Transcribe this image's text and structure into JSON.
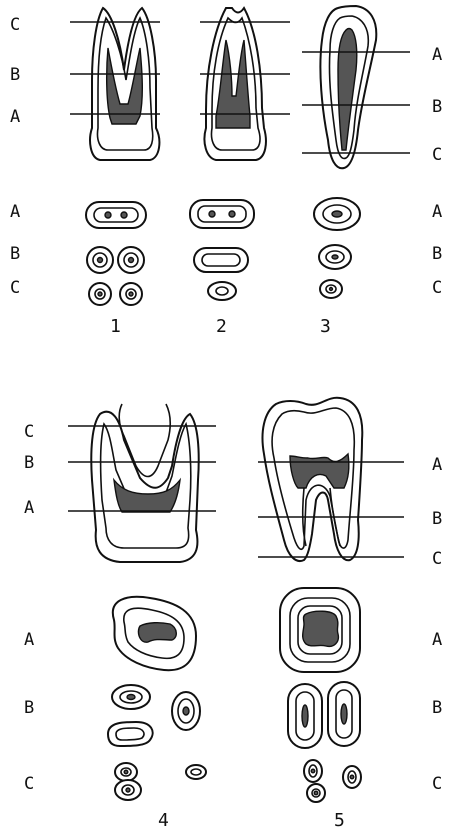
{
  "labels": {
    "a": "A",
    "b": "B",
    "c": "C"
  },
  "figures": [
    {
      "number": "1"
    },
    {
      "number": "2"
    },
    {
      "number": "3"
    },
    {
      "number": "4"
    },
    {
      "number": "5"
    }
  ],
  "colors": {
    "ink": "#111111",
    "pulp": "#555555",
    "background": "#ffffff"
  }
}
